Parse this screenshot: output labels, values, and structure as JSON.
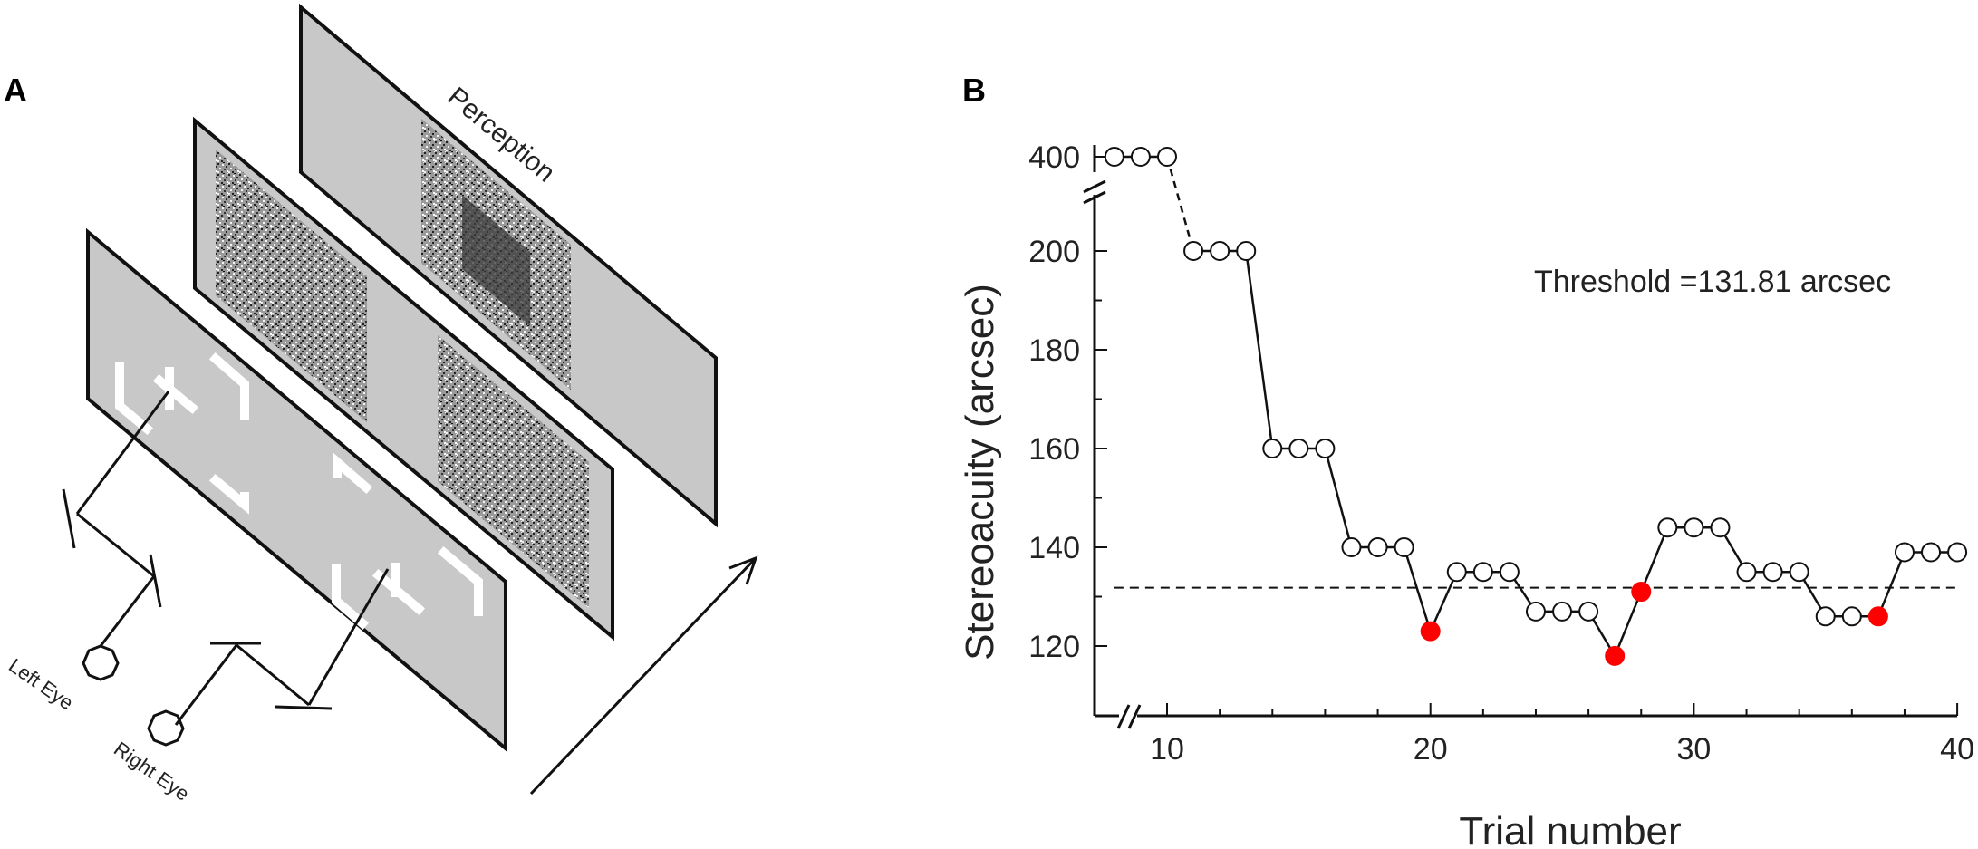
{
  "panel_a": {
    "letter": "A",
    "perception_label": "Perception",
    "left_eye_label": "Left Eye",
    "right_eye_label": "Right Eye",
    "plane_color": "#c8c8c8"
  },
  "panel_b": {
    "letter": "B",
    "threshold_text": "Threshold =131.81 arcsec"
  },
  "chart_data": {
    "type": "line",
    "title": "",
    "xlabel": "Trial number",
    "ylabel": "Stereoacuity (arcsec)",
    "x_ticks": [
      10,
      20,
      30,
      40
    ],
    "x_tick_labels": [
      "10",
      "20",
      "30",
      "40"
    ],
    "xlim": [
      8,
      40
    ],
    "y_ticks": [
      120,
      140,
      160,
      180,
      200,
      400
    ],
    "y_tick_labels": [
      "120",
      "140",
      "160",
      "180",
      "200",
      "400"
    ],
    "ylim": [
      108,
      400
    ],
    "y_axis_break": true,
    "x_axis_break": true,
    "threshold": 131.81,
    "marker_color": "#ffffff",
    "reversal_color": "#ff0000",
    "series": [
      {
        "x": [
          8,
          9,
          10,
          11,
          12,
          13,
          14,
          15,
          16,
          17,
          18,
          19,
          20,
          21,
          22,
          23,
          24,
          25,
          26,
          27,
          28,
          29,
          30,
          31,
          32,
          33,
          34,
          35,
          36,
          37,
          38,
          39,
          40
        ],
        "y": [
          400,
          400,
          400,
          200,
          200,
          200,
          160,
          160,
          160,
          140,
          140,
          140,
          123,
          135,
          135,
          135,
          127,
          127,
          127,
          118,
          131,
          144,
          144,
          144,
          135,
          135,
          135,
          126,
          126,
          126,
          139,
          139,
          139
        ],
        "reversal": [
          false,
          false,
          false,
          false,
          false,
          false,
          false,
          false,
          false,
          false,
          false,
          false,
          true,
          false,
          false,
          false,
          false,
          false,
          false,
          true,
          true,
          false,
          false,
          false,
          false,
          false,
          false,
          false,
          false,
          true,
          false,
          false,
          false
        ]
      }
    ]
  }
}
